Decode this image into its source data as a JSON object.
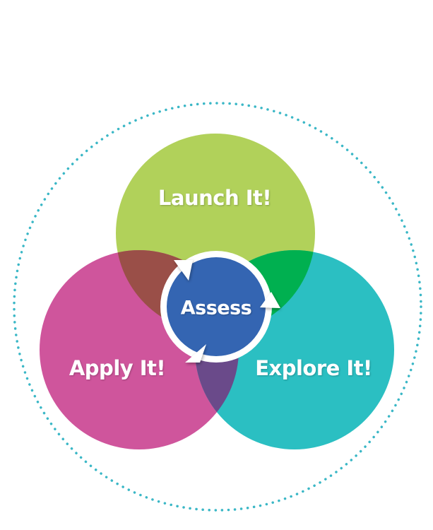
{
  "diagram": {
    "circles": {
      "launch": {
        "label": "Launch It!",
        "color": "#b1d15a"
      },
      "apply": {
        "label": "Apply It!",
        "color": "#cf559c"
      },
      "explore": {
        "label": "Explore It!",
        "color": "#2bbfc2"
      }
    },
    "overlaps": {
      "launch_apply": "#9a4f48",
      "launch_explore": "#00b050",
      "apply_explore": "#6a4a8a"
    },
    "center": {
      "label": "Assess",
      "color": "#3465b2",
      "ring_color": "#ffffff"
    },
    "outer_ring_color": "#3ab7c6"
  }
}
